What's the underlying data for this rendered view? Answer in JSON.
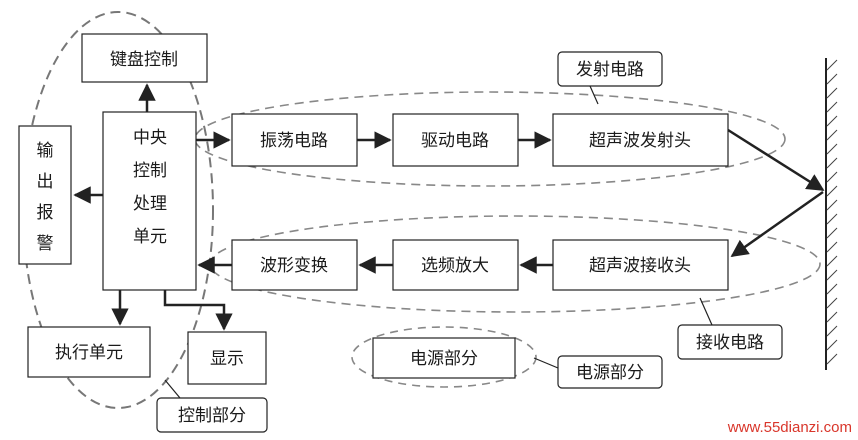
{
  "blocks": {
    "keyboard": "键盘控制",
    "cpu": [
      "中央",
      "控制",
      "处理",
      "单元"
    ],
    "output_alarm": [
      "输",
      "出",
      "报",
      "警"
    ],
    "oscillator": "振荡电路",
    "driver": "驱动电路",
    "transmitter": "超声波发射头",
    "waveform": "波形变换",
    "amplifier": "选频放大",
    "receiver": "超声波接收头",
    "executor": "执行单元",
    "display": "显示",
    "power": "电源部分"
  },
  "callouts": {
    "transmit_circuit": "发射电路",
    "receive_circuit": "接收电路",
    "power_part": "电源部分",
    "control_part": "控制部分"
  },
  "watermark": "www.55dianzi.com",
  "colors": {
    "line": "#222222",
    "dash": "#777777",
    "watermark": "#d9362b"
  }
}
